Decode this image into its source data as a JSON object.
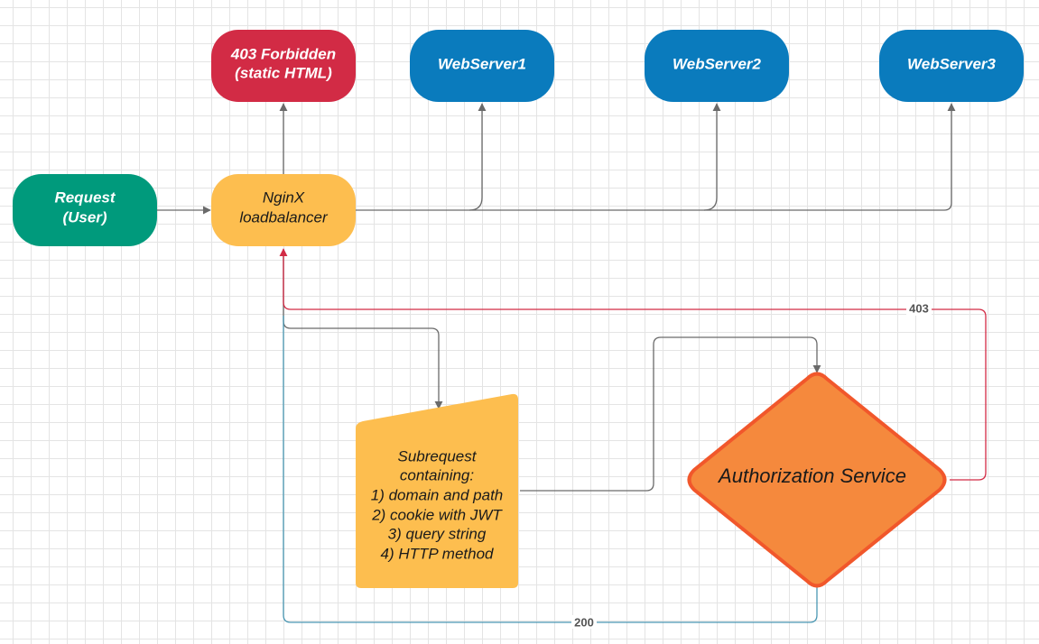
{
  "colors": {
    "forbidden": "#d22b45",
    "webserver": "#0a7bbd",
    "request": "#009a7c",
    "nginx": "#fdbe4f",
    "subrequest": "#fdbe4f",
    "auth_fill": "#f5893d",
    "auth_stroke": "#f1572b",
    "edge_gray": "#6a6a6a",
    "edge_red": "#d22b45",
    "edge_teal": "#4a97b3"
  },
  "nodes": {
    "forbidden": {
      "line1": "403 Forbidden",
      "line2": "(static HTML)"
    },
    "webserver1": {
      "label": "WebServer1"
    },
    "webserver2": {
      "label": "WebServer2"
    },
    "webserver3": {
      "label": "WebServer3"
    },
    "request": {
      "line1": "Request",
      "line2": "(User)"
    },
    "nginx": {
      "line1": "NginX",
      "line2": "loadbalancer"
    },
    "subrequest": {
      "lines": [
        "Subrequest",
        "containing:",
        "1) domain and path",
        "2) cookie with JWT",
        "3) query string",
        "4)  HTTP method"
      ]
    },
    "auth": {
      "label": "Authorization Service"
    }
  },
  "edges": {
    "deny_label": "403",
    "allow_label": "200"
  }
}
